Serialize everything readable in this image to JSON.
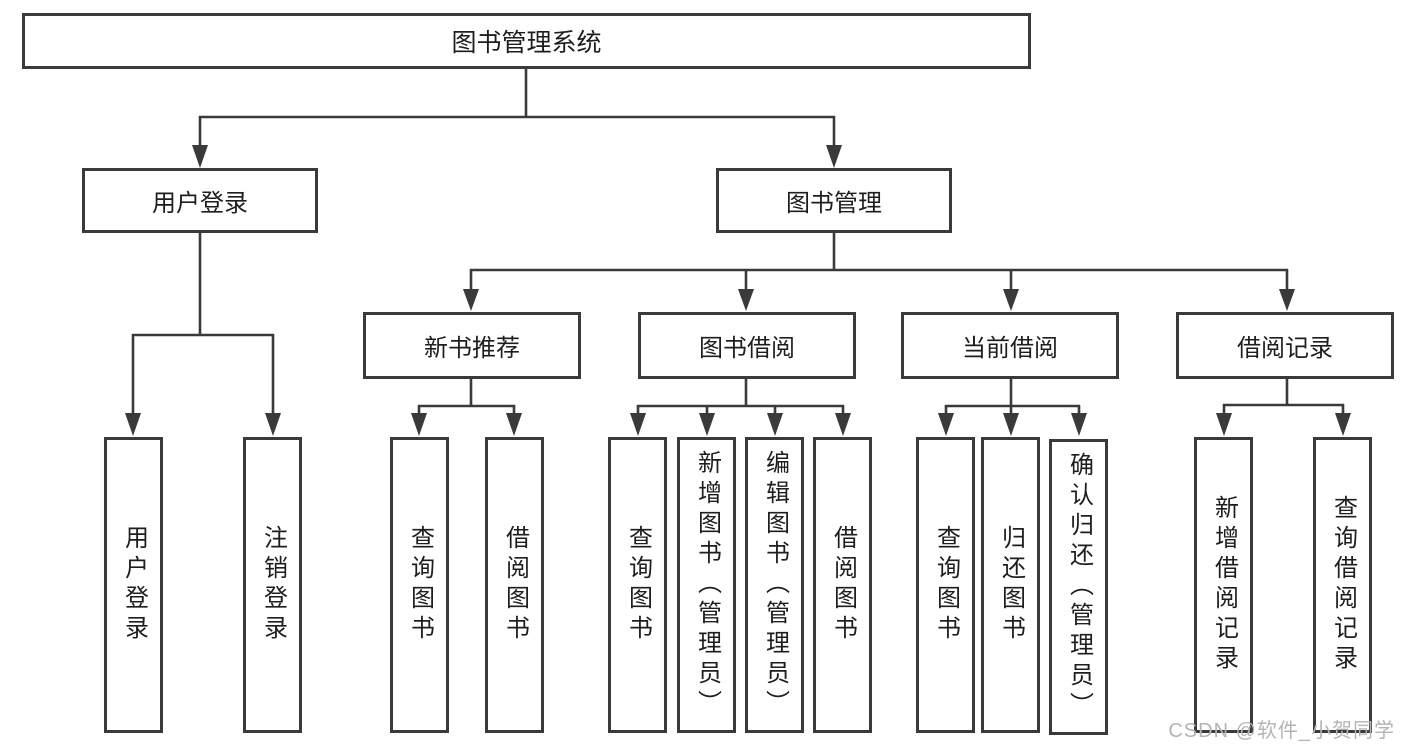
{
  "diagram_type": "hierarchy-tree",
  "tree": {
    "root": {
      "label": "图书管理系统",
      "children": [
        {
          "label": "用户登录",
          "children": [
            {
              "label": "用户登录"
            },
            {
              "label": "注销登录"
            }
          ]
        },
        {
          "label": "图书管理",
          "children": [
            {
              "label": "新书推荐",
              "children": [
                {
                  "label": "查询图书"
                },
                {
                  "label": "借阅图书"
                }
              ]
            },
            {
              "label": "图书借阅",
              "children": [
                {
                  "label": "查询图书"
                },
                {
                  "label": "新增图书（管理员）"
                },
                {
                  "label": "编辑图书（管理员）"
                },
                {
                  "label": "借阅图书"
                }
              ]
            },
            {
              "label": "当前借阅",
              "children": [
                {
                  "label": "查询图书"
                },
                {
                  "label": "归还图书"
                },
                {
                  "label": "确认归还（管理员）"
                }
              ]
            },
            {
              "label": "借阅记录",
              "children": [
                {
                  "label": "新增借阅记录"
                },
                {
                  "label": "查询借阅记录"
                }
              ]
            }
          ]
        }
      ]
    }
  },
  "watermark": "CSDN @软件_小贺同学",
  "colors": {
    "background": "#ffffff",
    "box_fill": "#ffffff",
    "box_border": "#3a3a3a",
    "connector_line": "#3a3a3a",
    "text": "#1e1e1e",
    "watermark_text": "#b4b4b4"
  }
}
